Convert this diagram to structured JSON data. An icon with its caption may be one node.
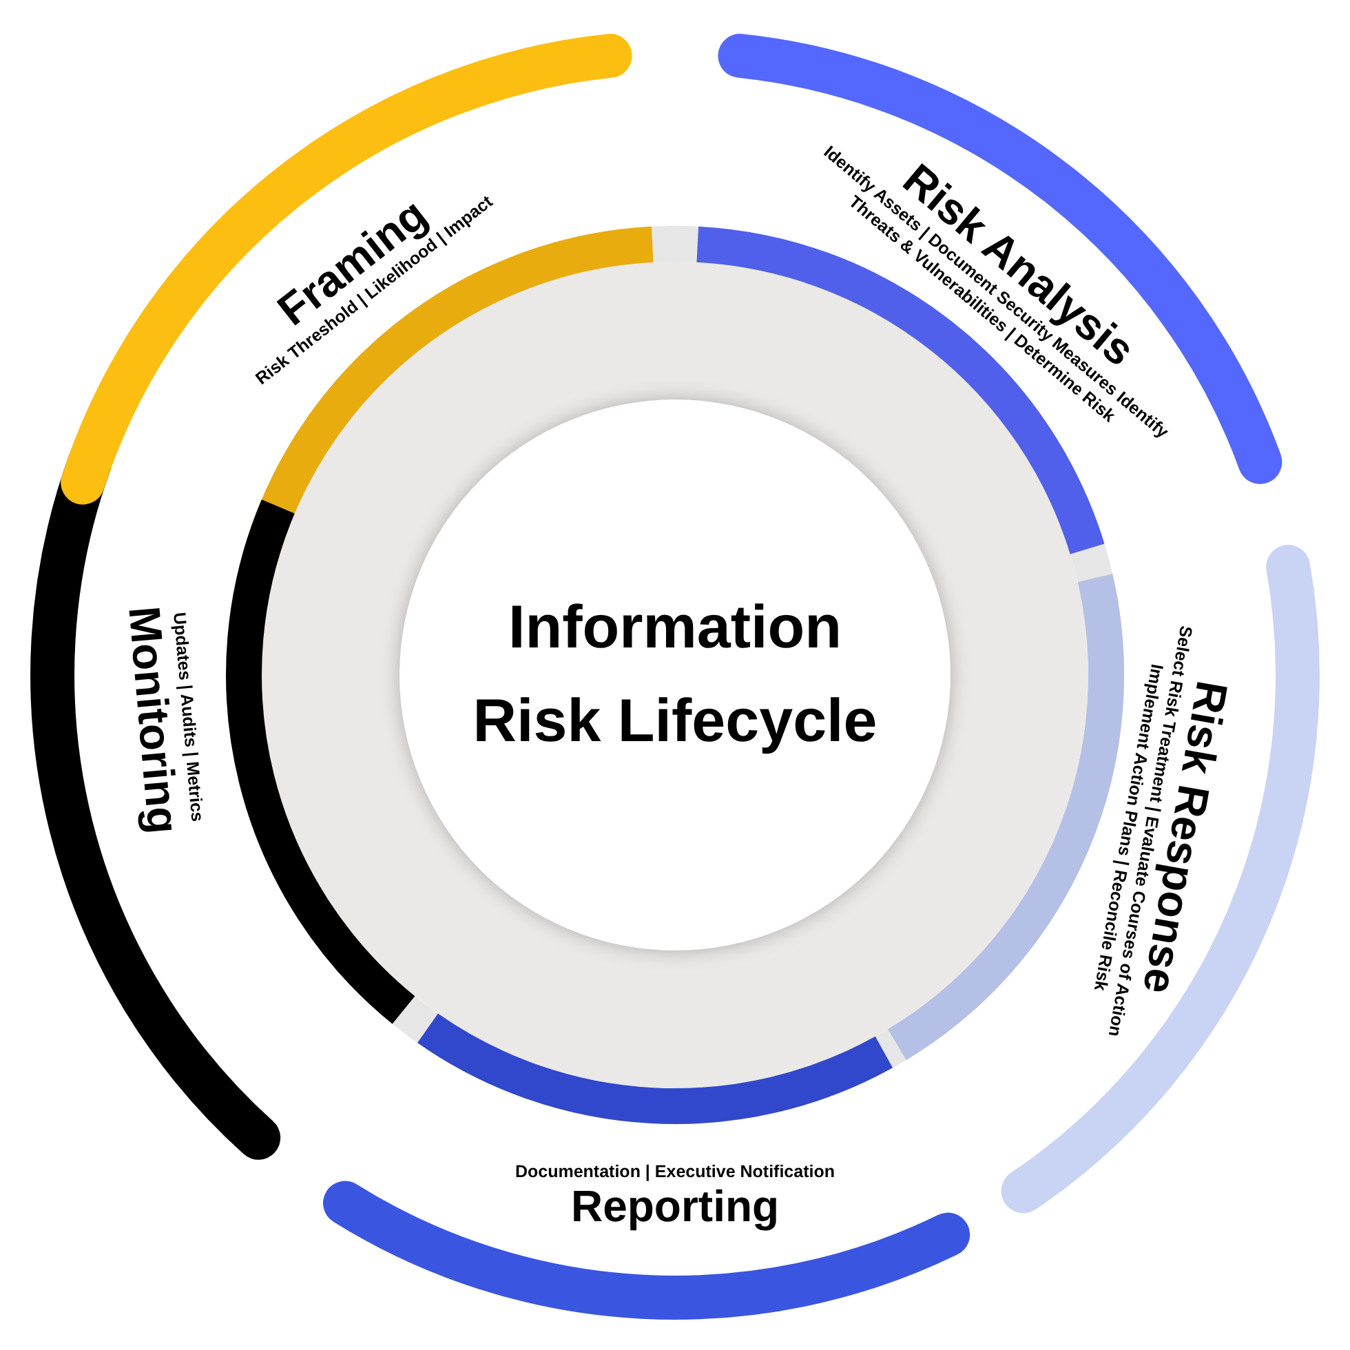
{
  "diagram": {
    "nodes": [
      {
        "text": [
          "Information Risk Lifecycle"
        ]
      },
      {
        "text": [
          "Framing",
          "Risk Threshold | Likelihood | Impact"
        ]
      },
      {
        "text": [
          "Risk Analysis",
          "Identify Assets | Document Security Measures Identify Threats & Vulnerabilities | Determine Risk"
        ]
      },
      {
        "text": [
          "Risk Response",
          "Select Risk Treatment | Evaluate Courses of Action Implement Action Plans | Reconcile Risk"
        ]
      },
      {
        "text": [
          "Documentation | Executive Notification",
          "Reporting"
        ]
      },
      {
        "text": [
          "Updates | Audits | Metrics",
          "Monitoring"
        ]
      }
    ]
  }
}
